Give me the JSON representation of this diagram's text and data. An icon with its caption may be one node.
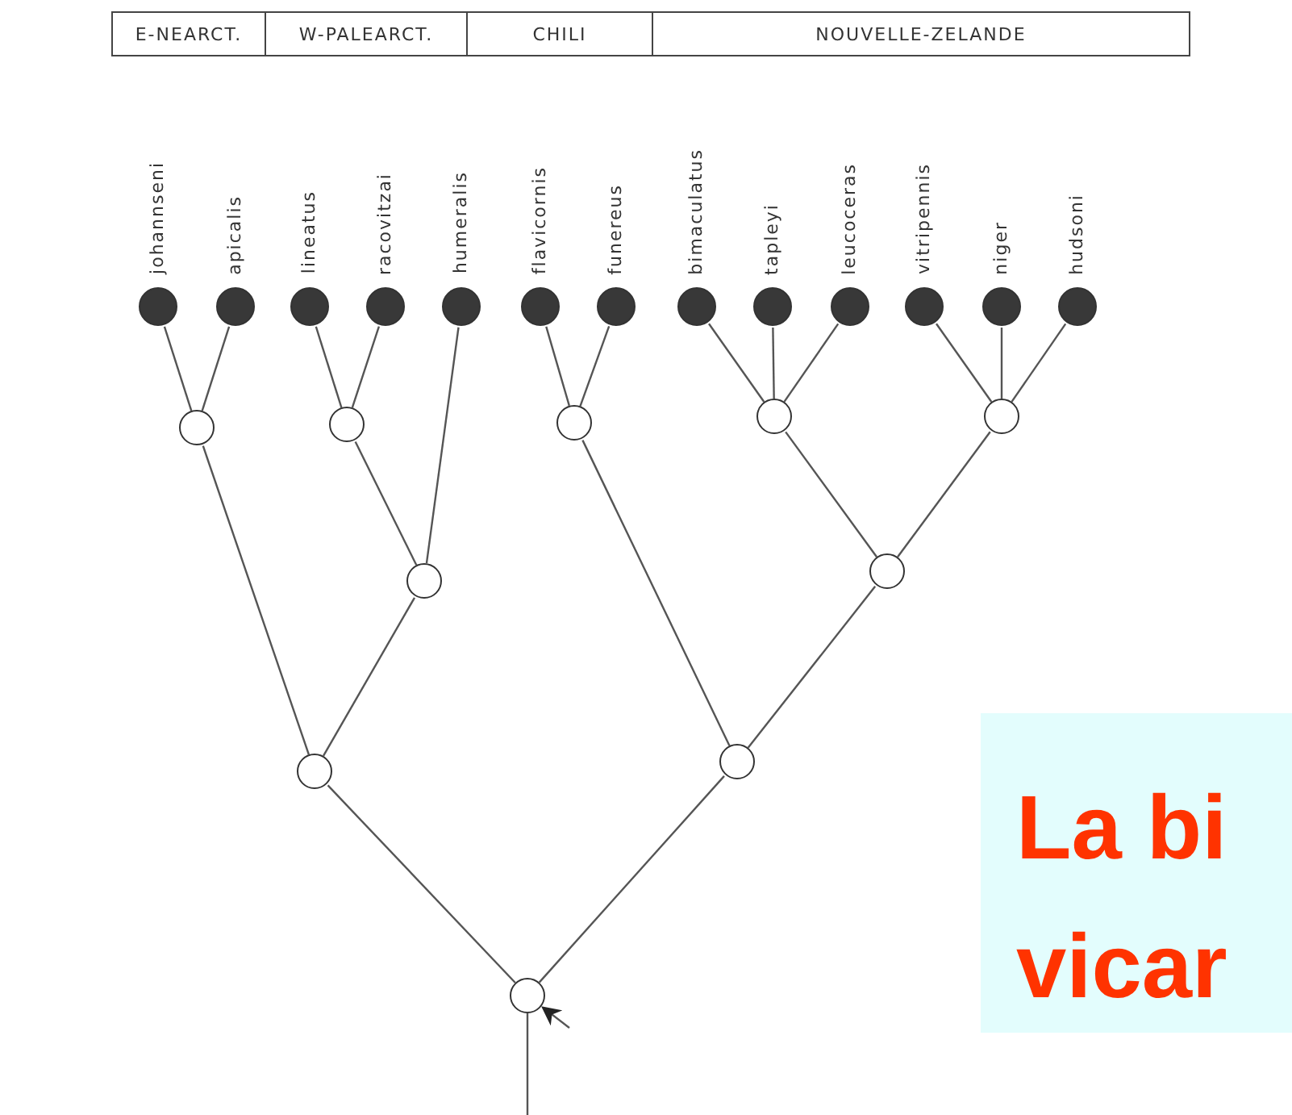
{
  "diagram": {
    "nodes": [
      {
        "text": [
          "johannseni"
        ]
      },
      {
        "text": [
          "apicalis"
        ]
      },
      {
        "text": [
          "lineatus"
        ]
      },
      {
        "text": [
          "racovitzai"
        ]
      },
      {
        "text": [
          "humeralis"
        ]
      },
      {
        "text": [
          "flavicornis"
        ]
      },
      {
        "text": [
          "funereus"
        ]
      },
      {
        "text": [
          "bimaculatus"
        ]
      },
      {
        "text": [
          "tapleyi"
        ]
      },
      {
        "text": [
          "leucoceras"
        ]
      },
      {
        "text": [
          "vitripennis"
        ]
      },
      {
        "text": [
          "niger"
        ]
      },
      {
        "text": [
          "hudsoni"
        ]
      },
      {
        "text": [],
        "shape": "circle"
      },
      {
        "text": [],
        "shape": "circle"
      },
      {
        "text": [],
        "shape": "circle"
      },
      {
        "text": [],
        "shape": "circle"
      },
      {
        "text": [],
        "shape": "circle"
      },
      {
        "text": [],
        "shape": "circle"
      },
      {
        "text": [],
        "shape": "circle"
      },
      {
        "text": [],
        "shape": "circle"
      },
      {
        "text": [],
        "shape": "circle"
      },
      {
        "text": [],
        "shape": "circle"
      }
    ],
    "edges": [
      {
        "from": 13,
        "to": 0,
        "arrow": "none"
      },
      {
        "from": 13,
        "to": 1,
        "arrow": "none"
      },
      {
        "from": 14,
        "to": 2,
        "arrow": "none"
      },
      {
        "from": 14,
        "to": 3,
        "arrow": "none"
      },
      {
        "from": 15,
        "to": 5,
        "arrow": "none"
      },
      {
        "from": 15,
        "to": 6,
        "arrow": "none"
      },
      {
        "from": 16,
        "to": 7,
        "arrow": "none"
      },
      {
        "from": 16,
        "to": 8,
        "arrow": "none"
      },
      {
        "from": 16,
        "to": 9,
        "arrow": "none"
      },
      {
        "from": 17,
        "to": 10,
        "arrow": "none"
      },
      {
        "from": 17,
        "to": 11,
        "arrow": "none"
      },
      {
        "from": 17,
        "to": 12,
        "arrow": "none"
      },
      {
        "from": 18,
        "to": 14,
        "arrow": "none"
      },
      {
        "from": 18,
        "to": 4,
        "arrow": "none"
      },
      {
        "from": 19,
        "to": 16,
        "arrow": "none"
      },
      {
        "from": 19,
        "to": 17,
        "arrow": "none"
      },
      {
        "from": 20,
        "to": 13,
        "arrow": "none"
      },
      {
        "from": 20,
        "to": 18,
        "arrow": "none"
      },
      {
        "from": 21,
        "to": 15,
        "arrow": "none"
      },
      {
        "from": 21,
        "to": 19,
        "arrow": "none"
      },
      {
        "from": 22,
        "to": 20,
        "arrow": "none"
      },
      {
        "from": 22,
        "to": 21,
        "arrow": "none"
      },
      {
        "from": 22,
        "to": null,
        "arrow": "none"
      },
      {
        "from": null,
        "to": 22,
        "arrow": "to"
      }
    ],
    "labels": [
      "E-NEARCT.",
      "W-PALEARCT.",
      "CHILI",
      "NOUVELLE-ZELANDE",
      "La bi vicar"
    ]
  }
}
